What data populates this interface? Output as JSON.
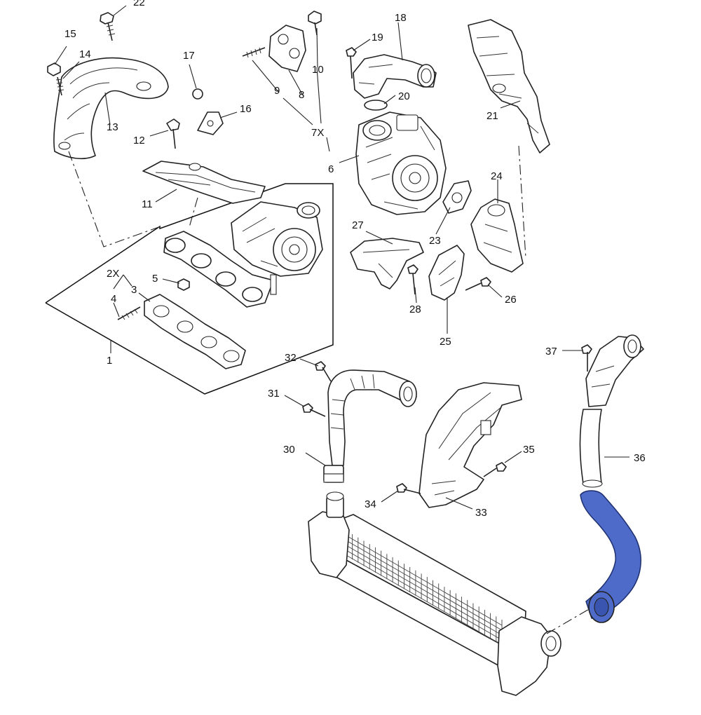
{
  "highlight_color": "#4f6bc9",
  "callouts": {
    "c1": "1",
    "c2x": "2X",
    "c3": "3",
    "c4": "4",
    "c5": "5",
    "c6": "6",
    "c7x": "7X",
    "c8": "8",
    "c9": "9",
    "c10": "10",
    "c11": "11",
    "c12": "12",
    "c13": "13",
    "c14": "14",
    "c15": "15",
    "c16": "16",
    "c17": "17",
    "c18": "18",
    "c19": "19",
    "c20": "20",
    "c21": "21",
    "c22": "22",
    "c23": "23",
    "c24": "24",
    "c25": "25",
    "c26": "26",
    "c27": "27",
    "c28": "28",
    "c30": "30",
    "c31": "31",
    "c32": "32",
    "c33": "33",
    "c34": "34",
    "c35": "35",
    "c36": "36",
    "c37": "37"
  }
}
